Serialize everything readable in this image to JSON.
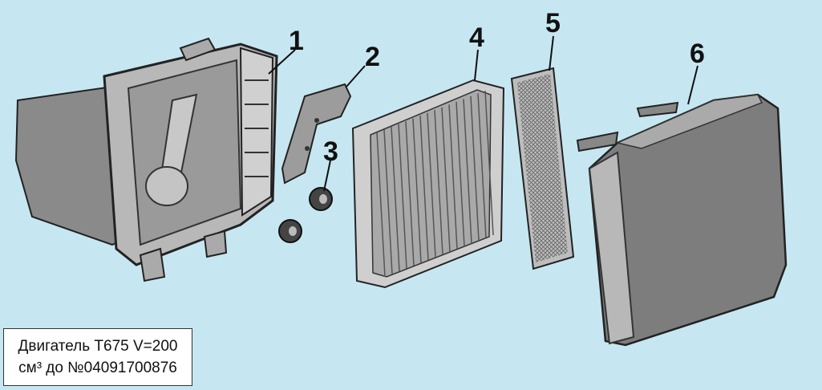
{
  "caption": {
    "line1": "Двигатель Т675 V=200",
    "line2": "см³ до №04091700876"
  },
  "parts": [
    {
      "number": "1"
    },
    {
      "number": "2"
    },
    {
      "number": "3"
    },
    {
      "number": "4"
    },
    {
      "number": "5"
    },
    {
      "number": "6"
    }
  ]
}
